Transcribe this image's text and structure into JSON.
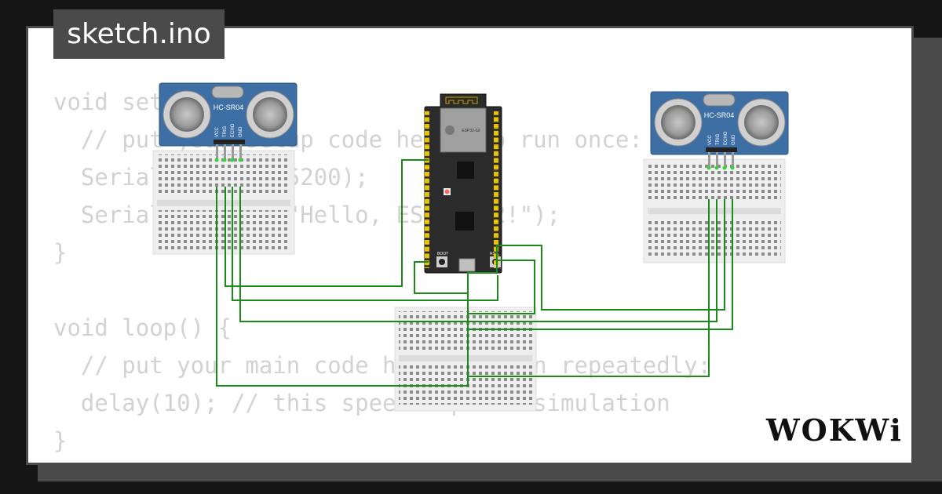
{
  "tab": {
    "title": "sketch.ino"
  },
  "code": {
    "lines": [
      "void setup() {",
      "  // put your setup code here, to run once:",
      "  Serial.begin(115200);",
      "  Serial.println(\"Hello, ESP32-S2!\");",
      "}",
      "",
      "void loop() {",
      "  // put your main code here, to run repeatedly:",
      "  delay(10); // this speeds up the simulation",
      "}"
    ]
  },
  "sensor_left": {
    "label": "HC-SR04",
    "pins": [
      "VCC",
      "TRIG",
      "ECHO",
      "GND"
    ]
  },
  "sensor_right": {
    "label": "HC-SR04",
    "pins": [
      "VCC",
      "TRIG",
      "ECHO",
      "GND"
    ]
  },
  "board": {
    "label_boot": "BOOT",
    "label_rst": "RST",
    "label_chip": "ESP32-S2"
  },
  "logo": {
    "text": "WOKWi"
  },
  "colors": {
    "background": "#151515",
    "card": "#ffffff",
    "frame": "#4a4a4a",
    "code_text": "#d2d2d2",
    "wire": "#1a8a1a",
    "sensor_blue": "#3d6fa5",
    "board": "#2b2b2b",
    "pin_gold": "#e8c400"
  }
}
